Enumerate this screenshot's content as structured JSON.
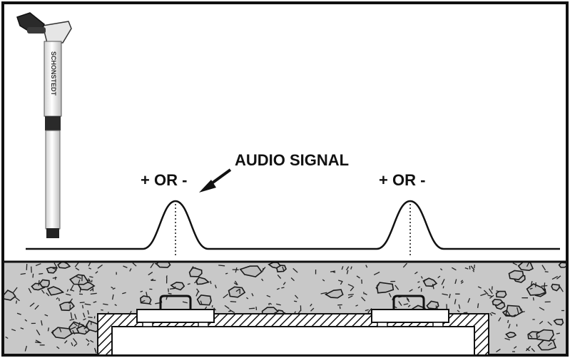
{
  "device": {
    "brand": "SCHONSTEDT"
  },
  "labels": {
    "audio_signal": "AUDIO SIGNAL",
    "peak_left": "+ OR -",
    "peak_right": "+ OR -"
  },
  "colors": {
    "frame": "#111111",
    "ground": "#c8c8c8",
    "stone_outline": "#1a1a1a",
    "stone_fill": "#bdbdbd",
    "signal": "#111111",
    "device_body": "#f2f2f2",
    "device_dark": "#2a2a2a"
  }
}
